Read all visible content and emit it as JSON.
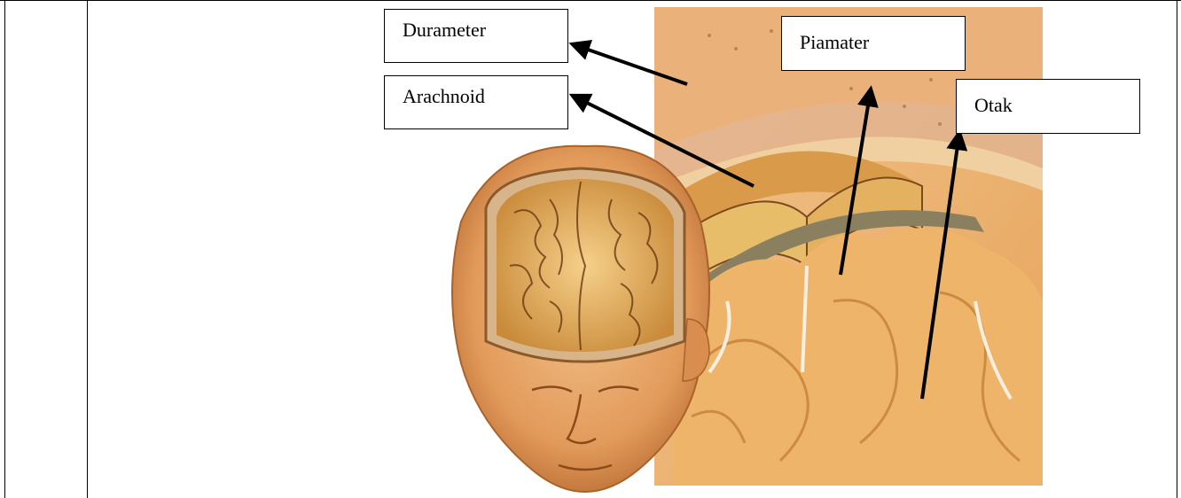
{
  "labels": {
    "durameter": "Durameter",
    "arachnoid": "Arachnoid",
    "piamater": "Piamater",
    "otak": "Otak"
  },
  "colors": {
    "skin": "#e7a462",
    "brain": "#e7b25a",
    "panel": "#f4c07a",
    "membrane": "#c9894a",
    "outline": "#5a3a1a"
  }
}
